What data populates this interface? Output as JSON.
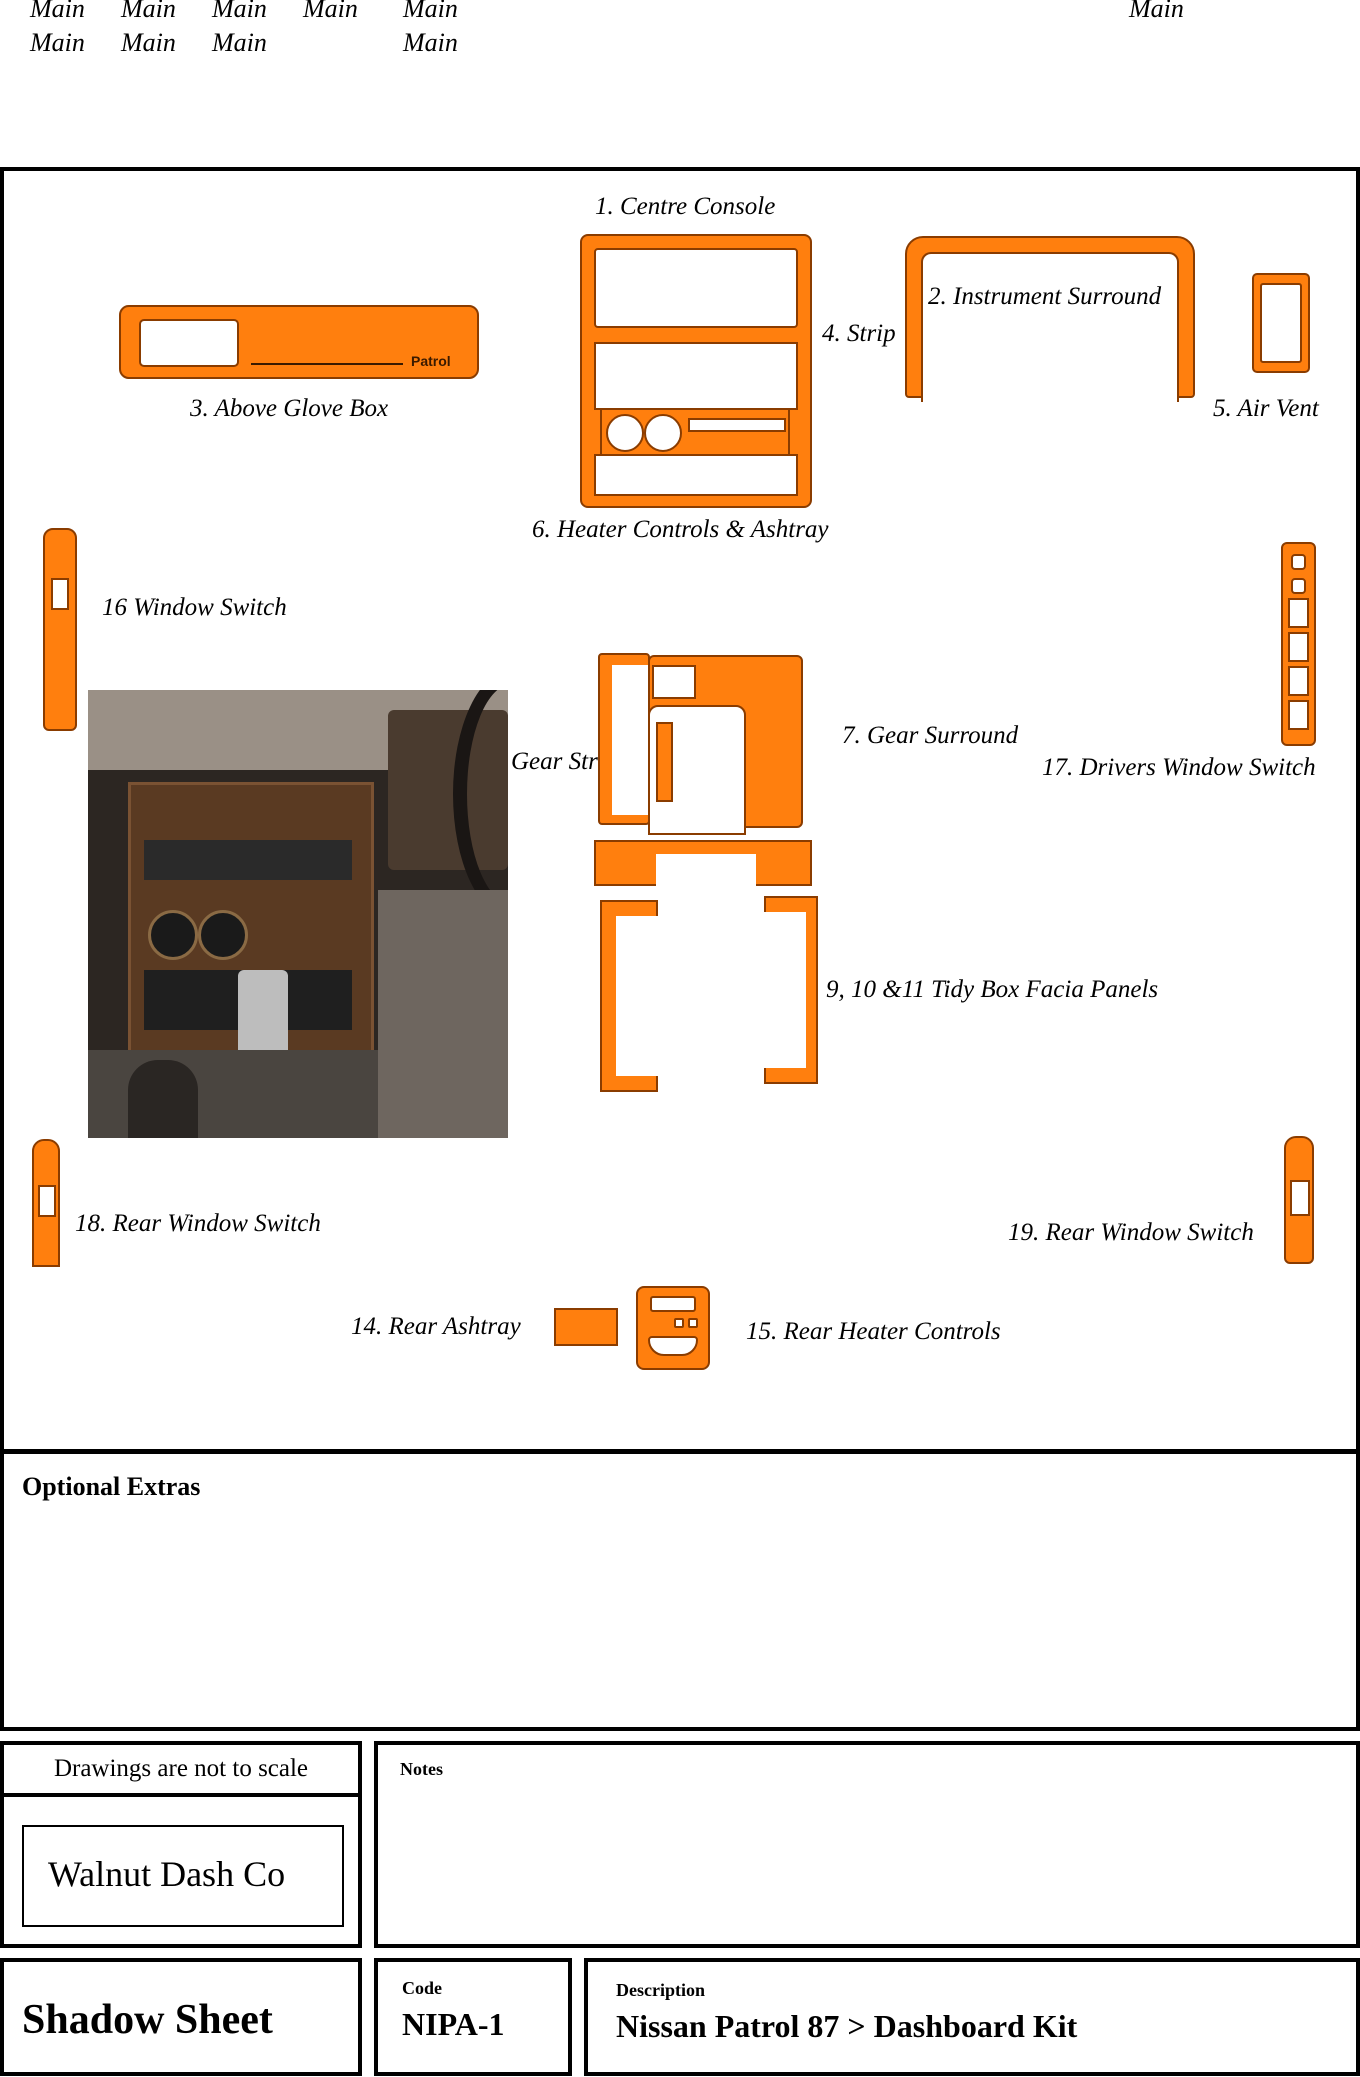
{
  "header": {
    "row1": [
      "Main",
      "Main",
      "Main",
      "Main",
      "Main",
      "Main"
    ],
    "row2": [
      "Main",
      "Main",
      "Main",
      "Main"
    ]
  },
  "parts": {
    "p1": "1. Centre Console",
    "p2": "2. Instrument Surround",
    "p3": "3. Above Glove Box",
    "p4": "4. Strip",
    "p5": "5. Air Vent",
    "p6": "6. Heater Controls & Ashtray",
    "p7": "7. Gear Surround",
    "gear_strip": "Gear Strip",
    "p9_11": "9, 10 &11 Tidy Box Facia Panels",
    "p14": "14. Rear Ashtray",
    "p15": "15. Rear Heater Controls",
    "p16": "16 Window Switch",
    "p17": "17. Drivers Window Switch",
    "p18": "18. Rear Window Switch",
    "p19": "19. Rear Window Switch",
    "patrol_badge": "Patrol"
  },
  "optional": {
    "title": "Optional Extras"
  },
  "footer": {
    "scale_note": "Drawings are not to scale",
    "company": "Walnut Dash Co",
    "notes_label": "Notes",
    "sheet_title": "Shadow Sheet",
    "code_label": "Code",
    "code_value": "NIPA-1",
    "desc_label": "Description",
    "desc_value": "Nissan Patrol 87 > Dashboard Kit"
  },
  "colors": {
    "part_fill": "#ff7f0e",
    "part_outline": "#8a3c00"
  }
}
